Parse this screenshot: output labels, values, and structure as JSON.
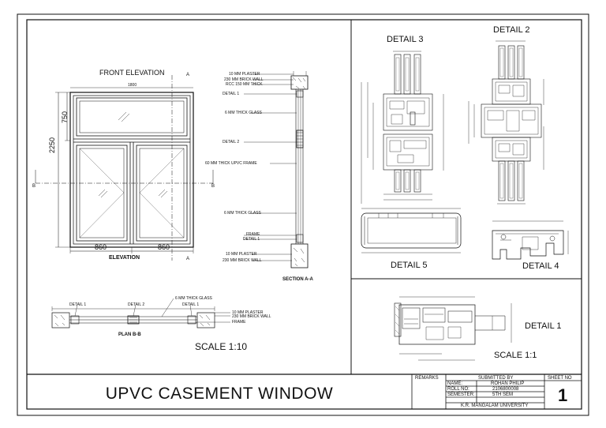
{
  "drawing_title": "UPVC CASEMENT WINDOW",
  "front_elevation": {
    "title": "FRONT ELEVATION",
    "label": "ELEVATION",
    "dim_overall_height": "2250",
    "dim_top_height": "750",
    "dim_left_width": "860",
    "dim_right_width": "860",
    "dim_top_width": "1800",
    "section_mark_a_top": "A",
    "section_mark_a_bottom": "A",
    "section_mark_b_left": "B",
    "section_mark_b_right": "B"
  },
  "section_aa": {
    "title": "SECTION A-A",
    "notes": [
      "10 MM PLASTER",
      "230 MM BRICK WALL",
      "RCC 150 MM THICK",
      "DETAIL 1",
      "6 MM THICK GLASS",
      "DETAIL 2",
      "60 MM THICK UPVC FRAME",
      "6 MM THICK GLASS",
      "FRAME",
      "DETAIL 1",
      "10 MM  PLASTER",
      "230 MM BRICK WALL"
    ]
  },
  "plan_bb": {
    "title": "PLAN B-B",
    "notes": [
      "6 MM THICK GLASS",
      "DETAIL 1",
      "DETAIL 2",
      "DETAIL 1",
      "10 MM PLASTER",
      "230 MM BRICK WALL",
      "FRAME"
    ]
  },
  "scale_main": "SCALE 1:10",
  "details": {
    "detail3": "DETAIL 3",
    "detail2": "DETAIL 2",
    "detail5": "DETAIL 5",
    "detail4": "DETAIL 4",
    "detail1": "DETAIL 1"
  },
  "scale_detail": "SCALE 1:1",
  "title_block": {
    "remarks_label": "REMARKS",
    "submitted_by_label": "SUBMITTED BY",
    "name_label": "NAME:",
    "name_value": "ROHAN PHILIP",
    "roll_label": "ROLL NO:",
    "roll_value": "2106800008",
    "semester_label": "SEMESTER:",
    "semester_value": "5TH SEM",
    "university": "K.R. MANGALAM UNIVERSITY",
    "sheet_no_label": "SHEET NO",
    "sheet_no_value": "1"
  },
  "colors": {
    "line": "#111111",
    "paper": "#ffffff"
  }
}
